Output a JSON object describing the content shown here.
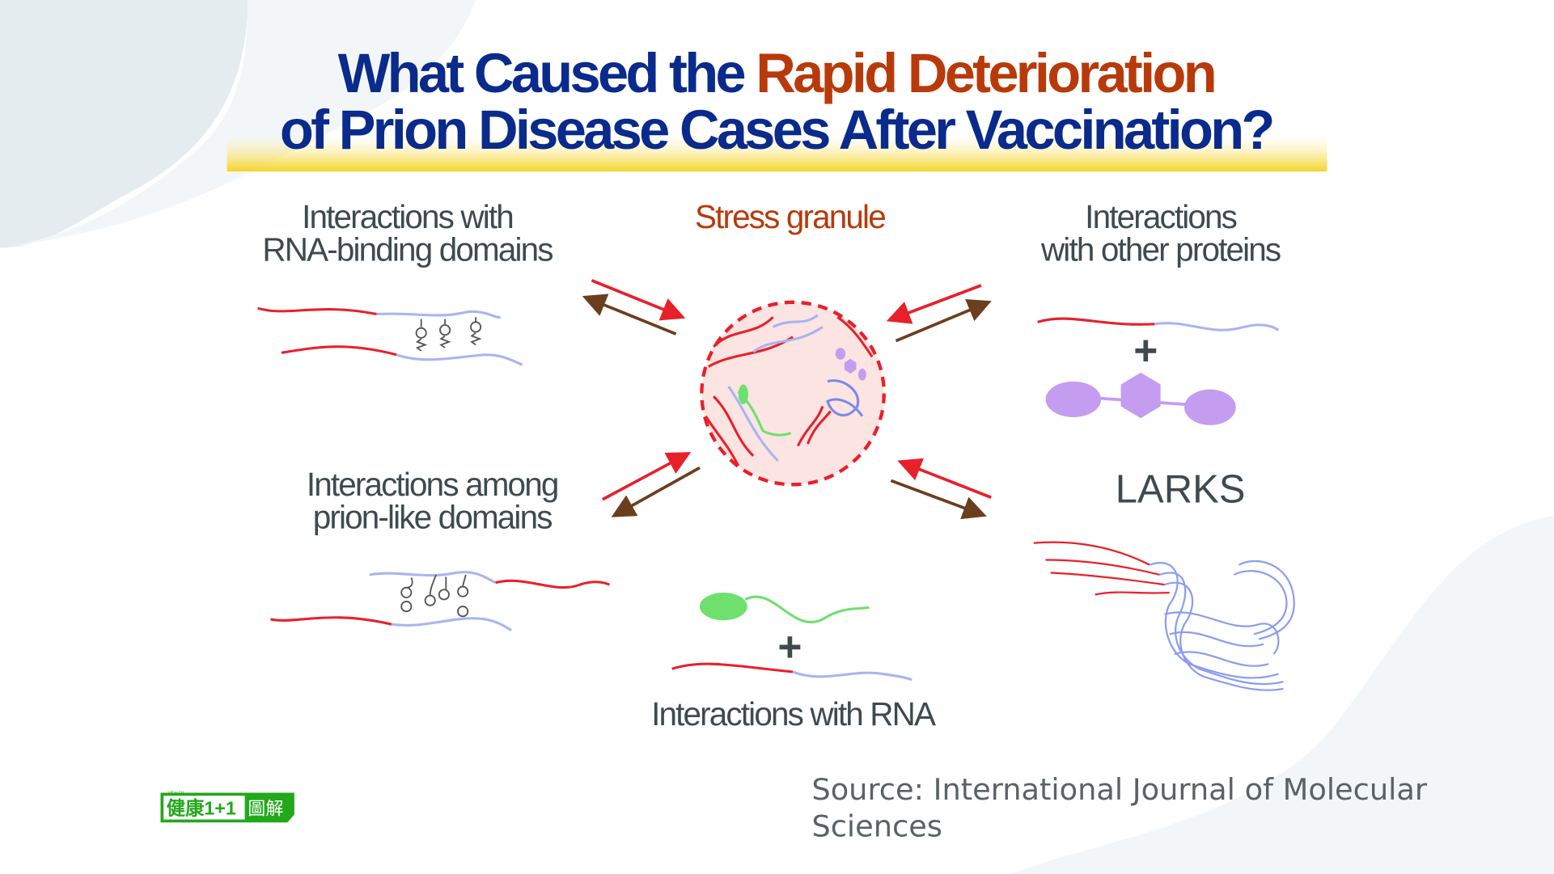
{
  "title": {
    "line1_part1": "What Caused the ",
    "line1_part2": "Rapid Deterioration",
    "line2": "of Prion Disease Cases After Vaccination?"
  },
  "center": {
    "label": "Stress granule"
  },
  "panels": {
    "rna_binding": {
      "line1": "Interactions with",
      "line2": "RNA-binding domains"
    },
    "other_proteins": {
      "line1": "Interactions",
      "line2": "with other proteins"
    },
    "prion_like": {
      "line1": "Interactions among",
      "line2": "prion-like domains"
    },
    "larks": {
      "label": "LARKS"
    },
    "rna": {
      "label": "Interactions with RNA"
    }
  },
  "source": {
    "line1": "Source: International Journal of Molecular",
    "line2": "Sciences"
  },
  "logo": {
    "text": "健康1+1",
    "suffix": "圖解",
    "small": "HEALTH"
  },
  "colors": {
    "title_blue": "#0a2a8c",
    "title_orange": "#b83a0a",
    "highlight": "#f5d326",
    "red": "#e8202a",
    "lavender": "#a9b4f0",
    "brown": "#6b3e1e",
    "green": "#6ee06e",
    "purple": "#c49cf0",
    "logo_green": "#22a81a"
  }
}
